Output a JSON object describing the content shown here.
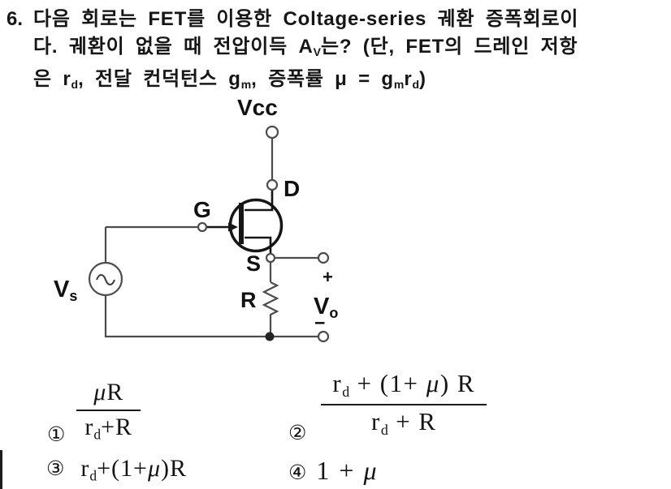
{
  "question": {
    "number": "6.",
    "line1": "다음 회로는 FET를 이용한 Coltage-series 궤환 증폭회로이",
    "line2": {
      "a": "다. 궤환이 없을 때 전압이득 A",
      "sub": "V",
      "b": "는? (단, FET의 드레인 저항"
    },
    "line3": {
      "a": "은 r",
      "sub1": "d",
      "b": ", 전달 컨덕턴스 g",
      "sub2": "m",
      "c": ", 증폭률 μ = g",
      "sub3": "m",
      "d": "r",
      "sub4": "d",
      "e": ")"
    }
  },
  "circuit": {
    "supply_label": "Vcc",
    "drain_label": "D",
    "gate_label": "G",
    "source_label": "S",
    "resistor_label": "R",
    "source_voltage": {
      "main": "V",
      "sub": "s"
    },
    "output_voltage": {
      "main": "V",
      "sub": "o"
    },
    "output_plus": "+",
    "output_minus": "−"
  },
  "choices": {
    "c1": {
      "marker": "①",
      "num_mu": "μ",
      "num_rest": "R",
      "den_a": "r",
      "den_sub": "d",
      "den_b": "+R"
    },
    "c2": {
      "marker": "②",
      "num_a": "r",
      "num_sub": "d",
      "num_b": " + (1+ ",
      "num_mu": "μ",
      "num_c": ") R",
      "den_a": "r",
      "den_sub": "d",
      "den_b": " + R"
    },
    "c3": {
      "marker": "③",
      "f_a": "r",
      "f_sub": "d",
      "f_b": "+(1+",
      "f_mu": "μ",
      "f_c": ")R"
    },
    "c4": {
      "marker": "④",
      "f_a": "1 + ",
      "f_mu": "μ"
    }
  },
  "colors": {
    "ink": "#161616",
    "wire": "#4c4c4c",
    "background": "#ffffff"
  }
}
